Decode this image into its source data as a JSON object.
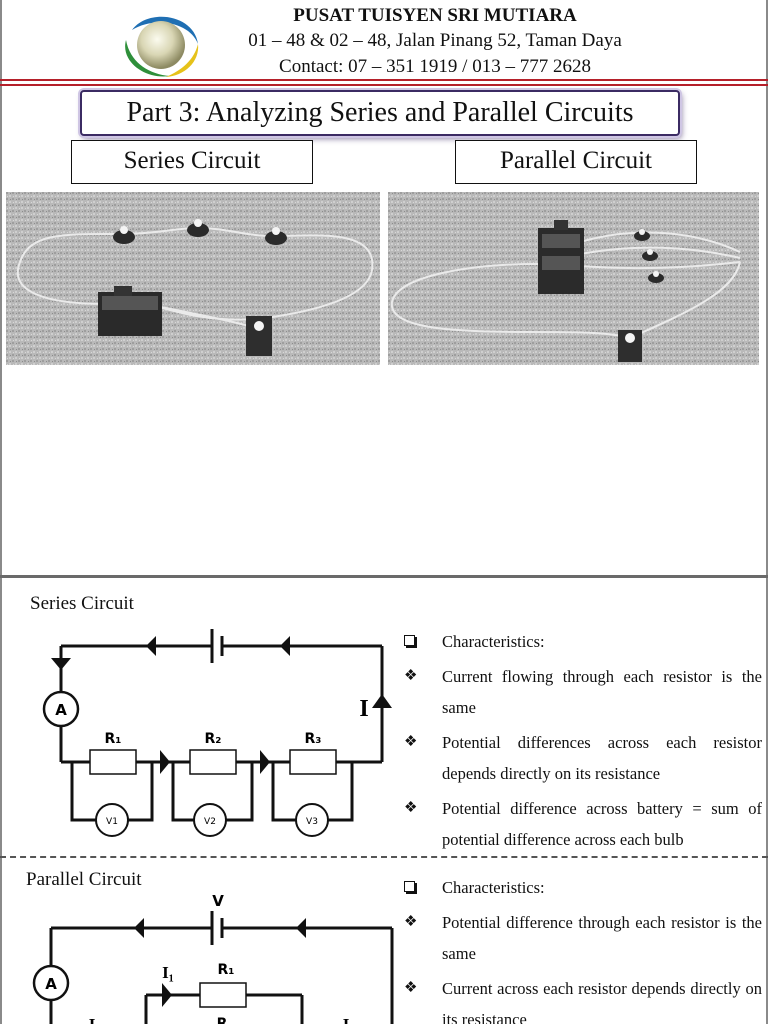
{
  "header": {
    "name": "PUSAT TUISYEN SRI MUTIARA",
    "address": "01 – 48 & 02 – 48, Jalan Pinang 52, Taman Daya",
    "contact": "Contact: 07 – 351 1919 / 013 – 777 2628"
  },
  "part_title": "Part 3: Analyzing Series and Parallel Circuits",
  "labels": {
    "series": "Series Circuit",
    "parallel": "Parallel Circuit"
  },
  "series_section": {
    "heading": "Series Circuit",
    "diagram": {
      "ammeter": "A",
      "current": "I",
      "resistors": [
        "R₁",
        "R₂",
        "R₃"
      ],
      "voltmeters": [
        "V1",
        "V2",
        "V3"
      ]
    },
    "characteristics_title": "Characteristics:",
    "points": [
      "Current flowing through each resistor is the same",
      "Potential differences across each resistor depends directly on its resistance",
      "Potential difference across battery = sum of potential difference across each bulb"
    ]
  },
  "parallel_section": {
    "heading": "Parallel Circuit",
    "diagram": {
      "voltage": "V",
      "ammeter": "A",
      "current_1": "I₁",
      "resistor_1": "R₁",
      "resistor_2": "R",
      "current_left": "I",
      "current_right": "I"
    },
    "characteristics_title": "Characteristics:",
    "points": [
      "Potential difference through each resistor is the same",
      "Current across each resistor depends directly on its resistance"
    ]
  }
}
